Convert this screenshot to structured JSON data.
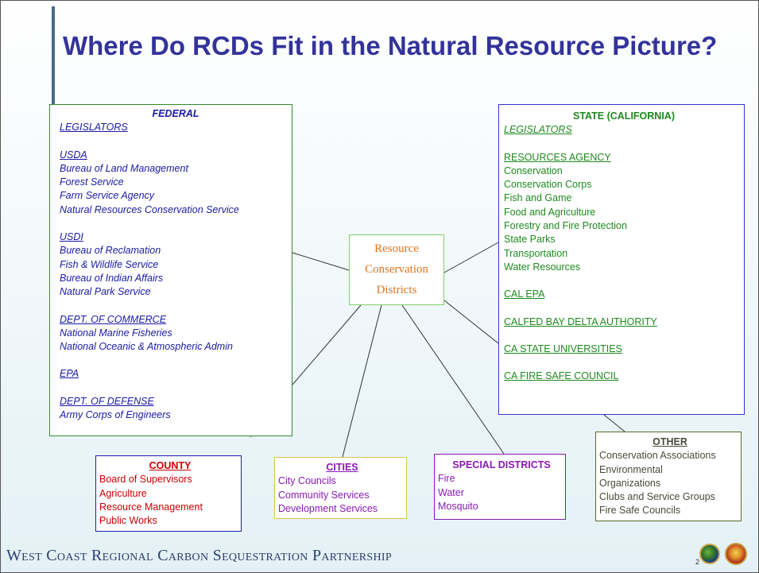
{
  "title": "Where Do RCDs Fit in the Natural Resource Picture?",
  "center": {
    "lines": [
      "Resource",
      "Conservation",
      "Districts"
    ]
  },
  "federal": {
    "heading": "FEDERAL",
    "groups": [
      {
        "heading": "LEGISLATORS",
        "items": []
      },
      {
        "heading": "USDA",
        "items": [
          "Bureau of Land Management",
          "Forest Service",
          "Farm Service Agency",
          "Natural Resources Conservation Service"
        ]
      },
      {
        "heading": "USDI",
        "items": [
          "Bureau of Reclamation",
          "Fish & Wildlife Service",
          "Bureau of Indian Affairs",
          "Natural Park Service"
        ]
      },
      {
        "heading": "DEPT. OF COMMERCE",
        "items": [
          "National Marine Fisheries",
          "National Oceanic & Atmospheric Admin"
        ]
      },
      {
        "heading": "EPA",
        "items": []
      },
      {
        "heading": "DEPT. OF DEFENSE",
        "items": [
          "Army Corps of Engineers"
        ]
      }
    ]
  },
  "state": {
    "heading": "STATE (CALIFORNIA)",
    "groups": [
      {
        "heading": "LEGISLATORS",
        "items": []
      },
      {
        "heading": "RESOURCES AGENCY",
        "items": [
          "Conservation",
          "Conservation Corps",
          "Fish and Game",
          "Food and Agriculture",
          "Forestry and Fire Protection",
          "State Parks",
          "Transportation",
          "Water Resources"
        ]
      },
      {
        "heading": "CAL EPA",
        "items": []
      },
      {
        "heading": "CALFED BAY DELTA AUTHORITY",
        "items": []
      },
      {
        "heading": "CA STATE UNIVERSITIES",
        "items": []
      },
      {
        "heading": "CA FIRE SAFE COUNCIL",
        "items": []
      }
    ]
  },
  "county": {
    "heading": "COUNTY",
    "items": [
      "Board of Supervisors",
      "Agriculture",
      "Resource Management",
      "Public Works"
    ]
  },
  "cities": {
    "heading": "CITIES",
    "items": [
      "City Councils",
      "Community Services",
      "Development Services"
    ]
  },
  "special": {
    "heading": "SPECIAL DISTRICTS",
    "items": [
      "Fire",
      "Water",
      "Mosquito"
    ]
  },
  "other": {
    "heading": "OTHER",
    "items": [
      "Conservation Associations",
      "Environmental",
      "Organizations",
      "Clubs and Service Groups",
      "Fire Safe Councils"
    ]
  },
  "footer": "West Coast Regional Carbon Sequestration Partnership",
  "page_number": "2"
}
